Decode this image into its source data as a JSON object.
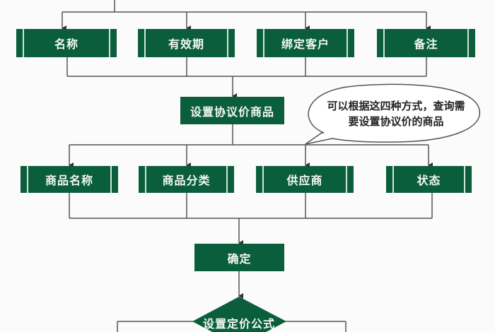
{
  "colors": {
    "box_fill": "#0b5e3c",
    "box_text": "#f2f7f4",
    "line": "#555555",
    "background": "#fbfbfb"
  },
  "row1": {
    "items": [
      {
        "label": "名称"
      },
      {
        "label": "有效期"
      },
      {
        "label": "绑定客户"
      },
      {
        "label": "备注"
      }
    ]
  },
  "step_set_products": {
    "label": "设置协议价商品"
  },
  "callout": {
    "line1": "可以根据这四种方式，查询需",
    "line2": "要设置协议价的商品"
  },
  "row2": {
    "items": [
      {
        "label": "商品名称"
      },
      {
        "label": "商品分类"
      },
      {
        "label": "供应商"
      },
      {
        "label": "状态"
      }
    ]
  },
  "step_confirm": {
    "label": "确定"
  },
  "decision_pricing": {
    "label": "设置定价公式"
  }
}
